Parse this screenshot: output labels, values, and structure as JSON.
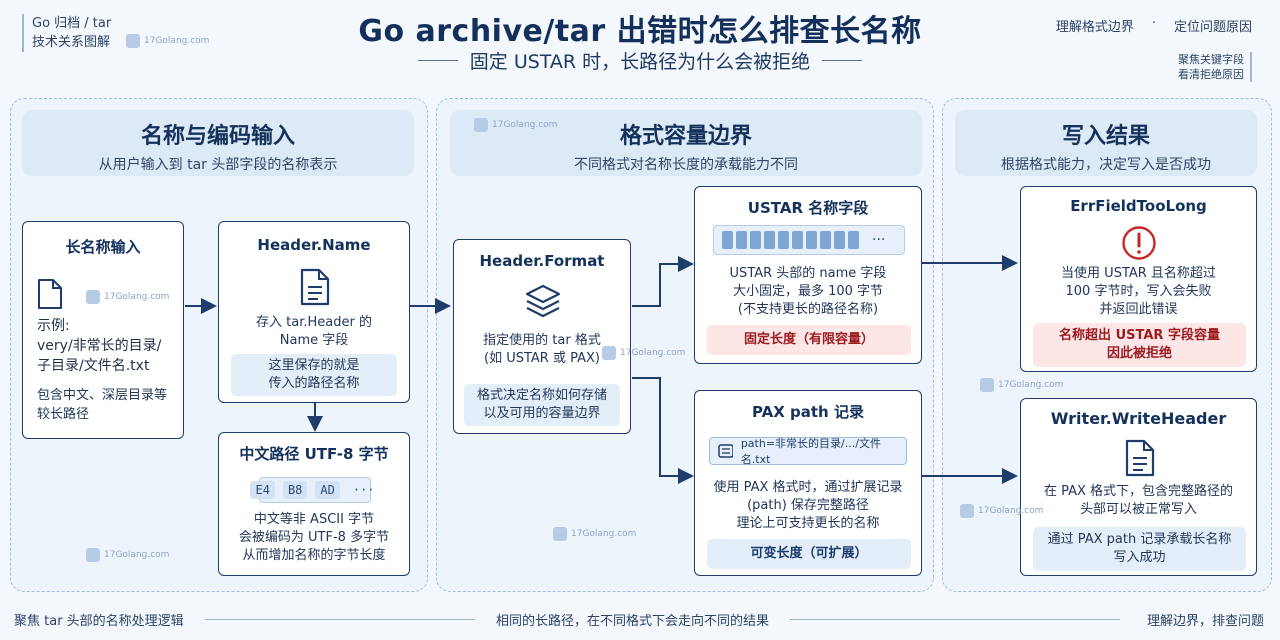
{
  "header": {
    "tl_line1": "Go 归档 / tar",
    "tl_line2": "技术关系图解",
    "title": "Go archive/tar 出错时怎么排查长名称",
    "subtitle": "固定 USTAR 时，长路径为什么会被拒绝",
    "tr_item1": "理解格式边界",
    "tr_sep": "·",
    "tr_item2": "定位问题原因",
    "tr2_line1": "聚焦关键字段",
    "tr2_line2": "看清拒绝原因"
  },
  "watermark": "17Golang.com",
  "panels": {
    "left": {
      "title": "名称与编码输入",
      "subtitle": "从用户输入到 tar 头部字段的名称表示"
    },
    "mid": {
      "title": "格式容量边界",
      "subtitle": "不同格式对名称长度的承载能力不同"
    },
    "right": {
      "title": "写入结果",
      "subtitle": "根据格式能力，决定写入是否成功"
    }
  },
  "boxes": {
    "long_name": {
      "title": "长名称输入",
      "icon": "file-icon",
      "example_label": "示例:",
      "example_l1": "very/非常长的目录/",
      "example_l2": "子目录/文件名.txt",
      "desc_l1": "包含中文、深层目录等",
      "desc_l2": "较长路径"
    },
    "header_name": {
      "title": "Header.Name",
      "icon": "document-icon",
      "desc_l1": "存入 tar.Header 的",
      "desc_l2": "Name 字段",
      "note_l1": "这里保存的就是",
      "note_l2": "传入的路径名称"
    },
    "utf8": {
      "title": "中文路径 UTF-8 字节",
      "bytes": [
        "E4",
        "B8",
        "AD",
        "···"
      ],
      "desc_l1": "中文等非 ASCII 字节",
      "desc_l2": "会被编码为 UTF-8 多字节",
      "desc_l3": "从而增加名称的字节长度"
    },
    "format": {
      "title": "Header.Format",
      "icon": "layers-icon",
      "desc_l1": "指定使用的 tar 格式",
      "desc_l2": "(如 USTAR 或 PAX)",
      "note_l1": "格式决定名称如何存储",
      "note_l2": "以及可用的容量边界"
    },
    "ustar": {
      "title": "USTAR 名称字段",
      "dots": "···",
      "desc_l1": "USTAR 头部的 name 字段",
      "desc_l2": "大小固定，最多 100 字节",
      "desc_l3": "(不支持更长的路径名称)",
      "tag": "固定长度（有限容量）"
    },
    "pax": {
      "title": "PAX path 记录",
      "path_text": "path=非常长的目录/.../文件名.txt",
      "desc_l1": "使用 PAX 格式时，通过扩展记录",
      "desc_l2": "(path) 保存完整路径",
      "desc_l3": "理论上可支持更长的名称",
      "tag": "可变长度（可扩展）"
    },
    "err": {
      "title": "ErrFieldTooLong",
      "icon": "error-icon",
      "desc_l1": "当使用 USTAR 且名称超过",
      "desc_l2": "100 字节时，写入会失败",
      "desc_l3": "并返回此错误",
      "warn_l1": "名称超出 USTAR 字段容量",
      "warn_l2": "因此被拒绝"
    },
    "write": {
      "title": "Writer.WriteHeader",
      "icon": "document-icon",
      "desc_l1": "在 PAX 格式下，包含完整路径的",
      "desc_l2": "头部可以被正常写入",
      "note_l1": "通过 PAX path 记录承载长名称",
      "note_l2": "写入成功"
    }
  },
  "footer": {
    "left": "聚焦 tar 头部的名称处理逻辑",
    "center": "相同的长路径，在不同格式下会走向不同的结果",
    "right": "理解边界，排查问题"
  },
  "colors": {
    "navy": "#14315c",
    "accent": "#1f3d6c",
    "error": "#c62828",
    "panel_bg": "#eef4fb"
  }
}
